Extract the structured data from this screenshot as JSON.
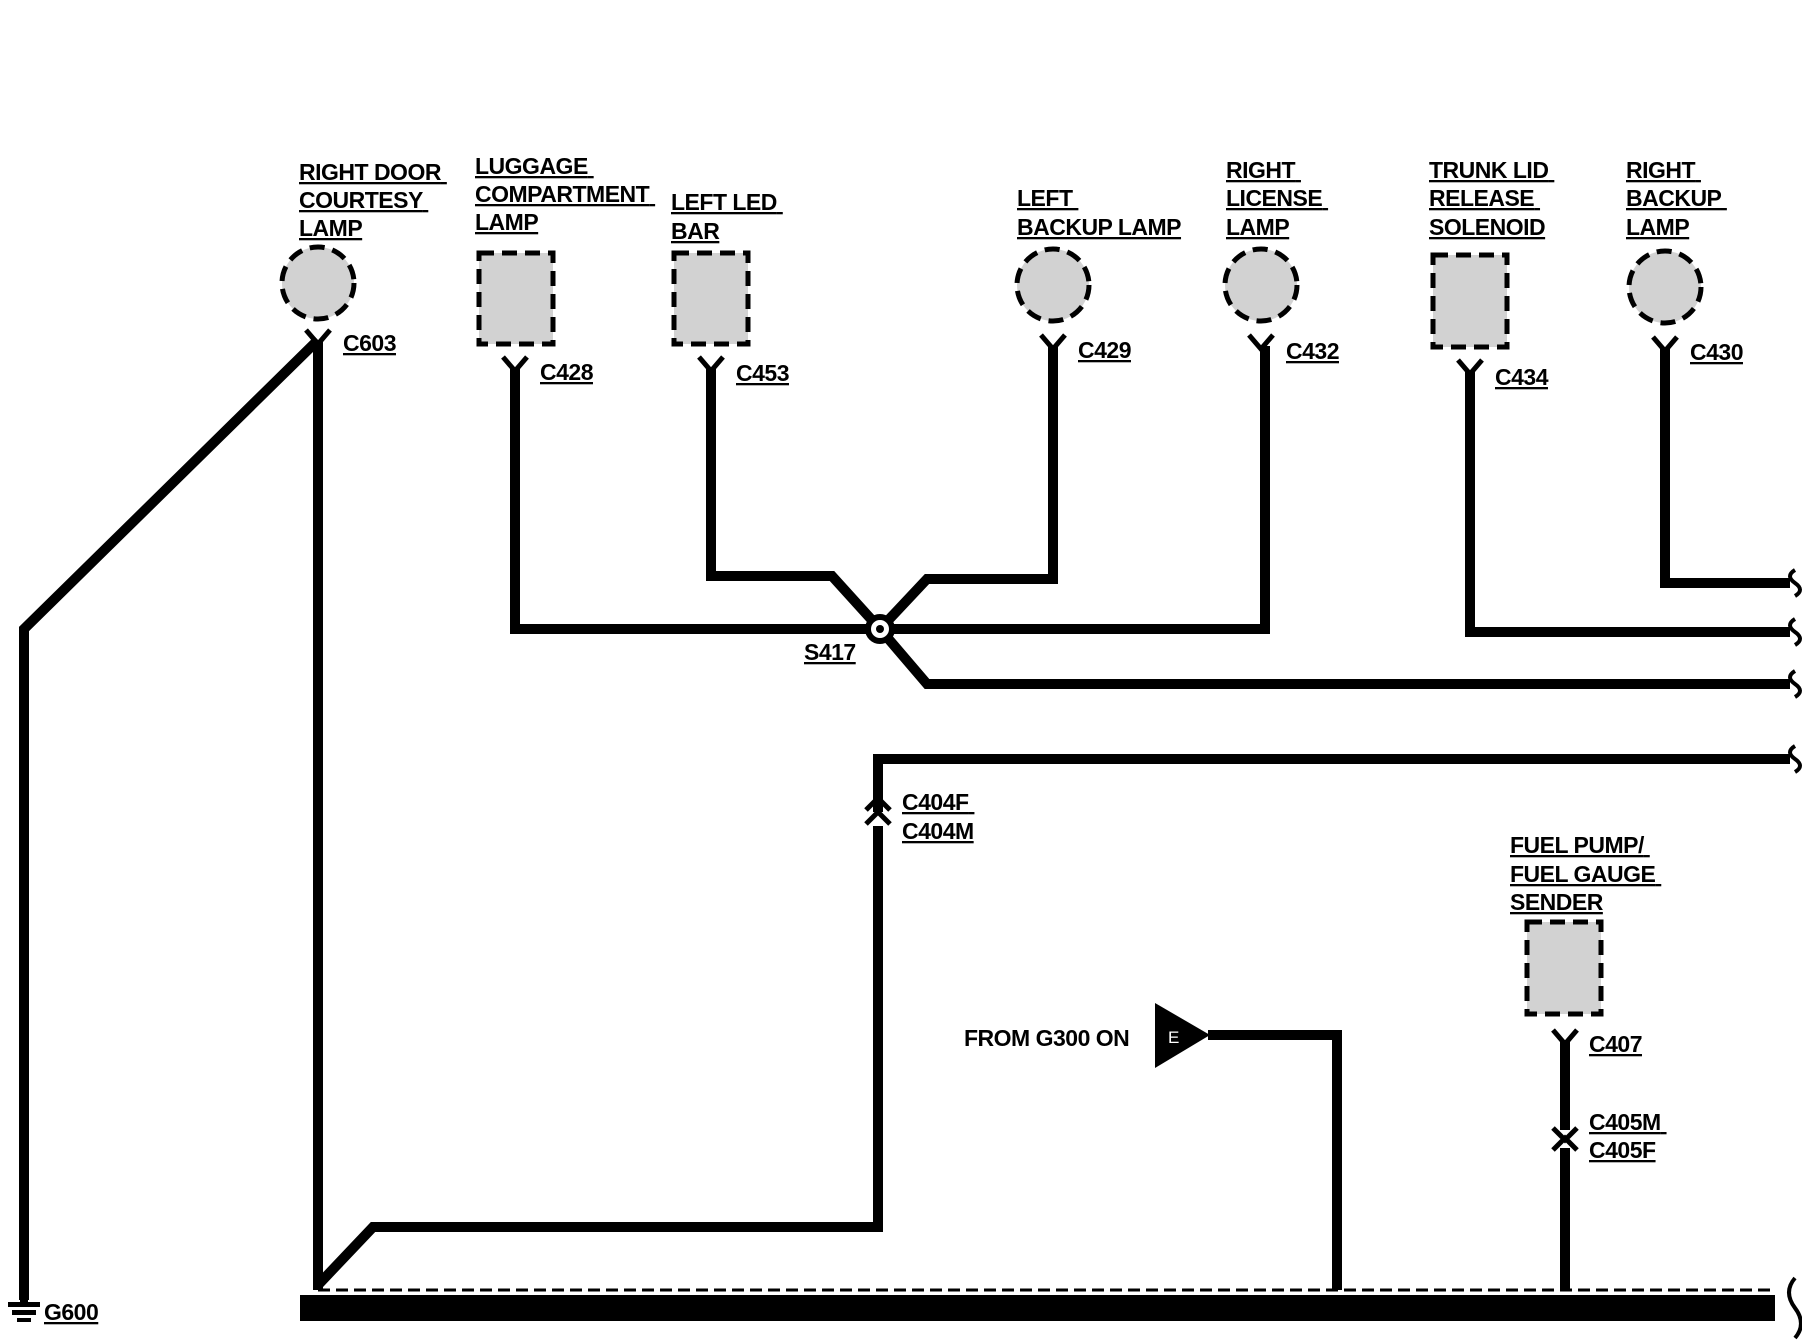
{
  "components": {
    "right_door_courtesy_lamp": [
      "RIGHT DOOR",
      "COURTESY",
      "LAMP"
    ],
    "luggage_compartment_lamp": [
      "LUGGAGE",
      "COMPARTMENT",
      "LAMP"
    ],
    "left_led_bar": [
      "LEFT LED",
      "BAR"
    ],
    "left_backup_lamp": [
      "LEFT",
      "BACKUP LAMP"
    ],
    "right_license_lamp": [
      "RIGHT",
      "LICENSE",
      "LAMP"
    ],
    "trunk_lid_release_solenoid": [
      "TRUNK LID",
      "RELEASE",
      "SOLENOID"
    ],
    "right_backup_lamp": [
      "RIGHT",
      "BACKUP",
      "LAMP"
    ],
    "fuel_pump_sender": [
      "FUEL PUMP/",
      "FUEL GAUGE",
      "SENDER"
    ]
  },
  "connectors": {
    "c603": "C603",
    "c428": "C428",
    "c453": "C453",
    "c429": "C429",
    "c432": "C432",
    "c434": "C434",
    "c430": "C430",
    "c404": [
      "C404F",
      "C404M"
    ],
    "c407": "C407",
    "c405": [
      "C405M",
      "C405F"
    ]
  },
  "splice": "S417",
  "ground": "G600",
  "from_label": "FROM G300 ON",
  "page_ref": "E"
}
